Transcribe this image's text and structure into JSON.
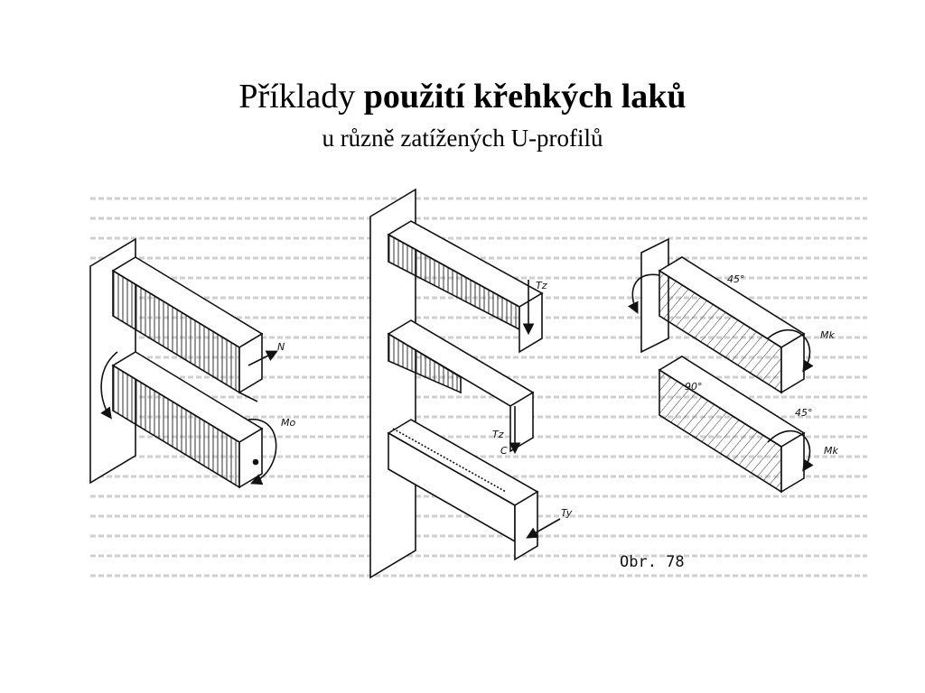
{
  "slide": {
    "title_normal": "Příklady ",
    "title_bold": "použití křehkých laků",
    "subtitle": "u různě zatížených U-profilů"
  },
  "figure": {
    "caption": "Obr. 78",
    "load_labels": {
      "N": "N",
      "Mo": "Mo",
      "Tz_top": "Tz",
      "Tz_mid": "Tz",
      "C": "C",
      "Ty": "Ty",
      "Mk_top": "Mk",
      "Mk_bottom": "Mk",
      "angle_top": "45°",
      "angle_mid": "90°",
      "angle_bottom": "45°"
    }
  }
}
